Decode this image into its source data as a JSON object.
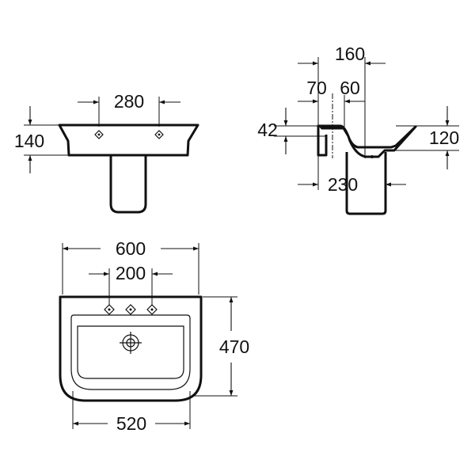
{
  "front_view": {
    "tap_spacing": "280",
    "height": "140"
  },
  "side_view": {
    "total_depth": "160",
    "dim_left": "70",
    "dim_right": "60",
    "rim_height": "42",
    "basin_height": "120",
    "pedestal_depth": "230"
  },
  "top_view": {
    "overall_width": "600",
    "tap_spacing": "200",
    "overall_depth": "470",
    "inner_width": "520"
  }
}
